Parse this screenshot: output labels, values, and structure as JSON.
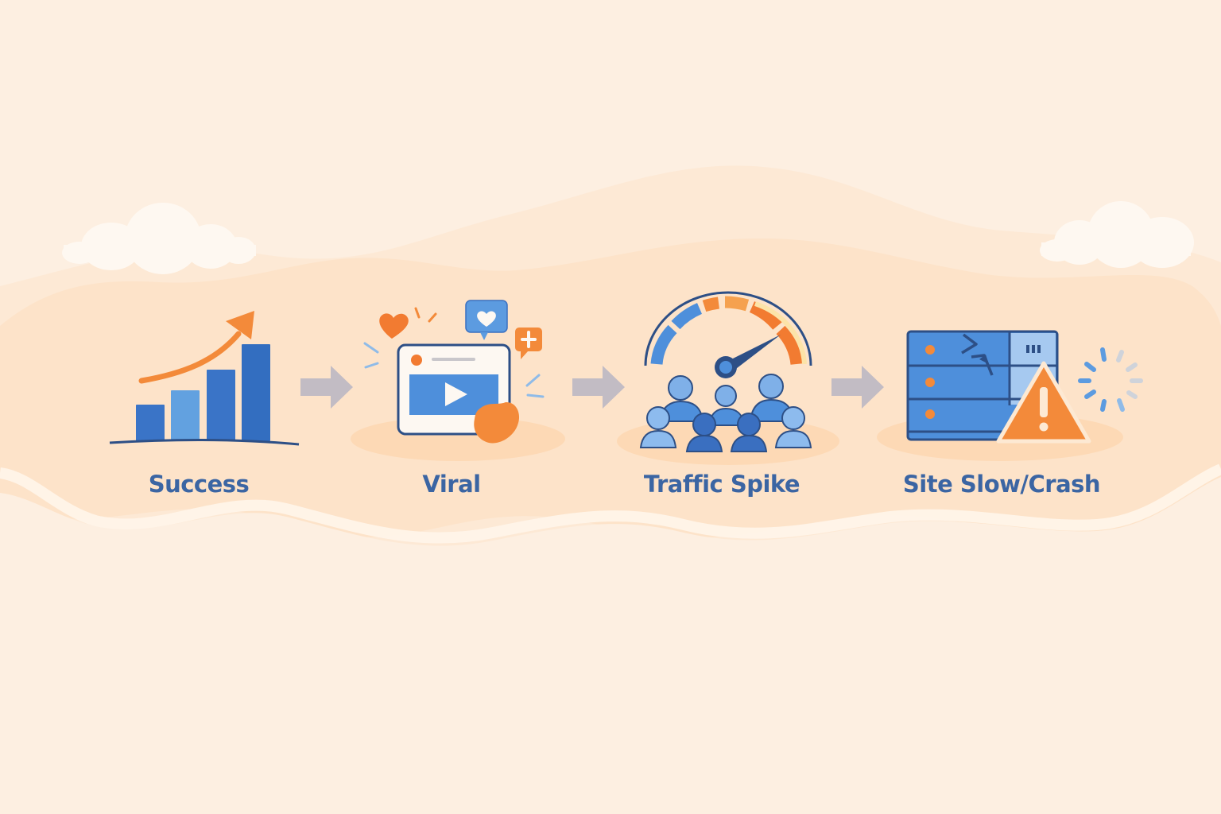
{
  "diagram": {
    "type": "process-flow",
    "direction": "left-to-right",
    "steps": [
      {
        "label": "Success",
        "icon": "bar-chart-rising-arrow-icon"
      },
      {
        "label": "Viral",
        "icon": "video-post-with-reactions-icon"
      },
      {
        "label": "Traffic Spike",
        "icon": "speedometer-crowd-icon"
      },
      {
        "label": "Site Slow/Crash",
        "icon": "server-warning-loading-icon"
      }
    ],
    "connectors": [
      {
        "from": "Success",
        "to": "Viral",
        "icon": "arrow-right-icon"
      },
      {
        "from": "Viral",
        "to": "Traffic Spike",
        "icon": "arrow-right-icon"
      },
      {
        "from": "Traffic Spike",
        "to": "Site Slow/Crash",
        "icon": "arrow-right-icon"
      }
    ]
  },
  "colors": {
    "background": "#fdefe1",
    "band": "#fbe3cb",
    "label_text": "#3b65a3",
    "primary_blue": "#3a6fc0",
    "light_blue": "#62a1e0",
    "dark_navy": "#2d4f86",
    "orange": "#f38a3a",
    "arrow_gray": "#c2bcc4",
    "cloud": "#fef8f1"
  }
}
